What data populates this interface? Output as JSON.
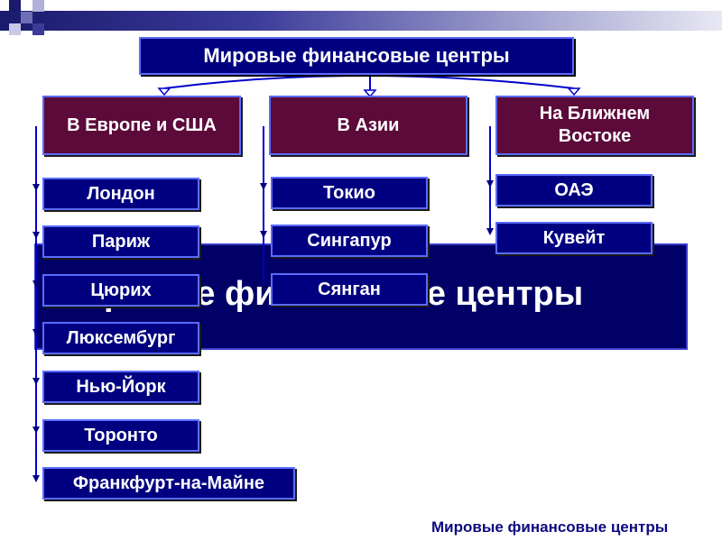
{
  "title": "Мировые финансовые центры",
  "background_title": "Мировые финансовые центры",
  "footer": "Мировые финансовые центры",
  "colors": {
    "title_bg": "#000080",
    "category_bg": "#5c0a3a",
    "city_bg": "#000080",
    "border": "#5a6bff",
    "footer_text": "#0a0a80"
  },
  "categories": [
    {
      "label": "В Европе и США",
      "cities": [
        "Лондон",
        "Париж",
        "Цюрих",
        "Люксембург",
        "Нью-Йорк",
        "Торонто",
        "Франкфурт-на-Майне"
      ]
    },
    {
      "label": "В Азии",
      "cities": [
        "Токио",
        "Сингапур",
        "Сянган"
      ]
    },
    {
      "label": "На Ближнем Востоке",
      "cities": [
        "ОАЭ",
        "Кувейт"
      ]
    }
  ]
}
